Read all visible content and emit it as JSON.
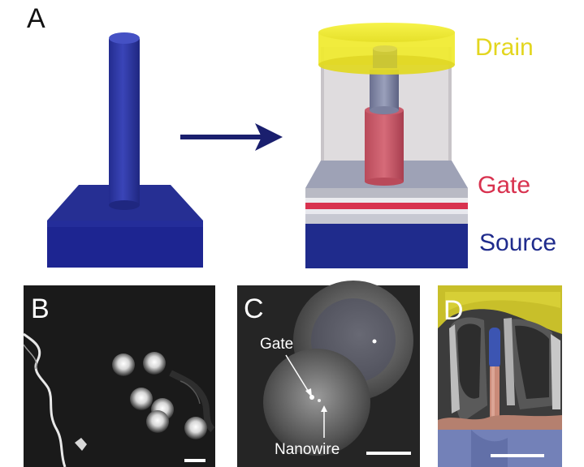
{
  "panels": {
    "a": {
      "letter": "A"
    },
    "b": {
      "letter": "B"
    },
    "c": {
      "letter": "C",
      "gate_label": "Gate",
      "nanowire_label": "Nanowire"
    },
    "d": {
      "letter": "D"
    }
  },
  "device_labels": {
    "drain": "Drain",
    "gate": "Gate",
    "source": "Source"
  },
  "colors": {
    "nanowire_blue": "#2f3aa8",
    "substrate_blue": "#1d2591",
    "drain_yellow": "#f2ee2a",
    "gate_red": "#d8324f",
    "source_blue": "#1f2b8c",
    "arrow_navy": "#1a1f6e"
  }
}
